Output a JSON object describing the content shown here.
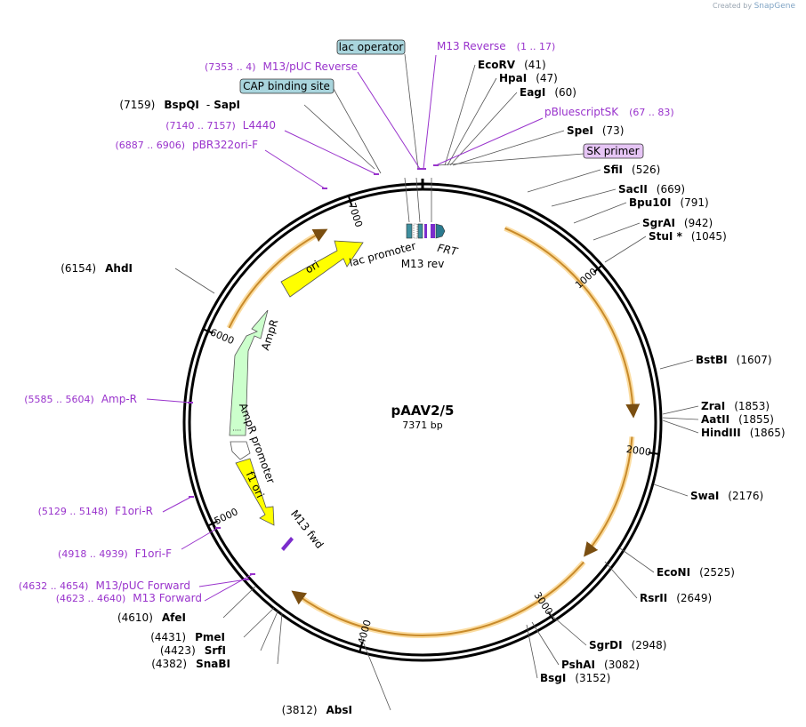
{
  "credit": {
    "prefix": "Created by",
    "brand": "SnapGene"
  },
  "plasmid": {
    "name": "pAAV2/5",
    "size": "7371 bp"
  },
  "ring": {
    "ticks": [
      "1000",
      "2000",
      "3000",
      "4000",
      "5000",
      "6000",
      "7000"
    ]
  },
  "sites_right": [
    {
      "name": "EcoRV",
      "pos": "(41)"
    },
    {
      "name": "HpaI",
      "pos": "(47)"
    },
    {
      "name": "EagI",
      "pos": "(60)"
    },
    {
      "name": "SpeI",
      "pos": "(73)"
    },
    {
      "name": "SfiI",
      "pos": "(526)"
    },
    {
      "name": "SacII",
      "pos": "(669)"
    },
    {
      "name": "Bpu10I",
      "pos": "(791)"
    },
    {
      "name": "SgrAI",
      "pos": "(942)"
    },
    {
      "name": "StuI *",
      "pos": "(1045)"
    },
    {
      "name": "BstBI",
      "pos": "(1607)"
    },
    {
      "name": "ZraI",
      "pos": "(1853)"
    },
    {
      "name": "AatII",
      "pos": "(1855)"
    },
    {
      "name": "HindIII",
      "pos": "(1865)"
    },
    {
      "name": "SwaI",
      "pos": "(2176)"
    },
    {
      "name": "EcoNI",
      "pos": "(2525)"
    },
    {
      "name": "RsrII",
      "pos": "(2649)"
    },
    {
      "name": "SgrDI",
      "pos": "(2948)"
    },
    {
      "name": "PshAI",
      "pos": "(3082)"
    },
    {
      "name": "BsgI",
      "pos": "(3152)"
    }
  ],
  "sites_left": [
    {
      "name": "AbsI",
      "pos": "(3812)"
    },
    {
      "name": "SnaBI",
      "pos": "(4382)"
    },
    {
      "name": "SrfI",
      "pos": "(4423)"
    },
    {
      "name": "PmeI",
      "pos": "(4431)"
    },
    {
      "name": "AfeI",
      "pos": "(4610)"
    },
    {
      "name": "AhdI",
      "pos": "(6154)"
    },
    {
      "name": "BspQI",
      "pos": "(7159)",
      "name2": "SapI",
      "sep": "-"
    }
  ],
  "primers": [
    {
      "name": "M13 Reverse",
      "range": "(1 .. 17)"
    },
    {
      "name": "pBluescriptSK",
      "range": "(67 .. 83)"
    },
    {
      "name": "M13/pUC Reverse",
      "range": "(7353 .. 4)"
    },
    {
      "name": "L4440",
      "range": "(7140 .. 7157)"
    },
    {
      "name": "pBR322ori-F",
      "range": "(6887 .. 6906)"
    },
    {
      "name": "Amp-R",
      "range": "(5585 .. 5604)"
    },
    {
      "name": "F1ori-R",
      "range": "(5129 .. 5148)"
    },
    {
      "name": "F1ori-F",
      "range": "(4918 .. 4939)"
    },
    {
      "name": "M13/pUC Forward",
      "range": "(4632 .. 4654)"
    },
    {
      "name": "M13 Forward",
      "range": "(4623 .. 4640)"
    }
  ],
  "boxed": [
    {
      "label": "lac operator"
    },
    {
      "label": "CAP binding site"
    },
    {
      "label": "SK primer"
    }
  ],
  "features": {
    "ori": "ori",
    "ampr": "AmpR",
    "ampr_promoter": "AmpR promoter",
    "f1_ori": "f1 ori",
    "lac_promoter": "lac promoter",
    "m13_rev": "M13 rev",
    "frt": "FRT",
    "m13_fwd": "M13 fwd"
  },
  "colors": {
    "primer": "#9933cc",
    "ori_fill": "#ffff00",
    "ampr_fill": "#ccffcc",
    "orf_stroke": "#c88a2a",
    "orf_glow": "#fbdca0",
    "boxed_blue": "#a9d5dd",
    "boxed_violet": "#e6c5f5"
  }
}
